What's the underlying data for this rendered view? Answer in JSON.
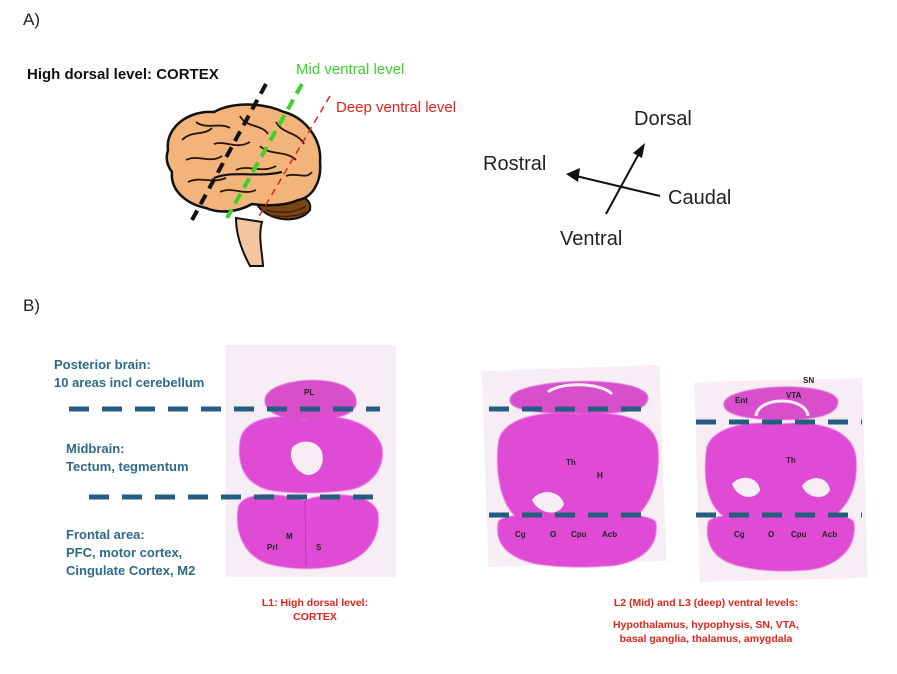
{
  "panels": {
    "a": "A)",
    "b": "B)"
  },
  "levels": {
    "high": "High dorsal level: CORTEX",
    "mid": "Mid ventral level",
    "deep": "Deep ventral level"
  },
  "orientation": {
    "dorsal": "Dorsal",
    "rostral": "Rostral",
    "caudal": "Caudal",
    "ventral": "Ventral"
  },
  "regions": {
    "posterior_1": "Posterior brain:",
    "posterior_2": "10 areas incl cerebellum",
    "midbrain_1": "Midbrain:",
    "midbrain_2": "Tectum, tegmentum",
    "frontal_1": "Frontal area:",
    "frontal_2": "PFC, motor  cortex,",
    "frontal_3": "Cingulate Cortex, M2"
  },
  "structures": {
    "s1": {
      "pl": "PL",
      "m": "M",
      "prl": "Prl",
      "s": "S"
    },
    "s2": {
      "th": "Th",
      "h": "H",
      "cg": "Cg",
      "o": "O",
      "cpu": "Cpu",
      "acb": "Acb"
    },
    "s3": {
      "sn": "SN",
      "ent": "Ent",
      "vta": "VTA",
      "th": "Th",
      "cg": "Cg",
      "o": "O",
      "cpu": "Cpu",
      "acb": "Acb"
    }
  },
  "captions": {
    "l1_line1": "L1: High dorsal level:",
    "l1_line2": "CORTEX",
    "l23_line1": "L2 (Mid) and L3 (deep) ventral levels:",
    "l23_line2": "Hypothalamus, hypophysis, SN, VTA,",
    "l23_line3": "basal ganglia, thalamus, amygdala"
  },
  "colors": {
    "mid": "#3ad12a",
    "deep": "#e0241b",
    "high": "#111111",
    "region_text": "#2e6a8a",
    "divider": "#255d80",
    "tissue": "#e04bd6",
    "brain_fill": "#f2b47a"
  }
}
